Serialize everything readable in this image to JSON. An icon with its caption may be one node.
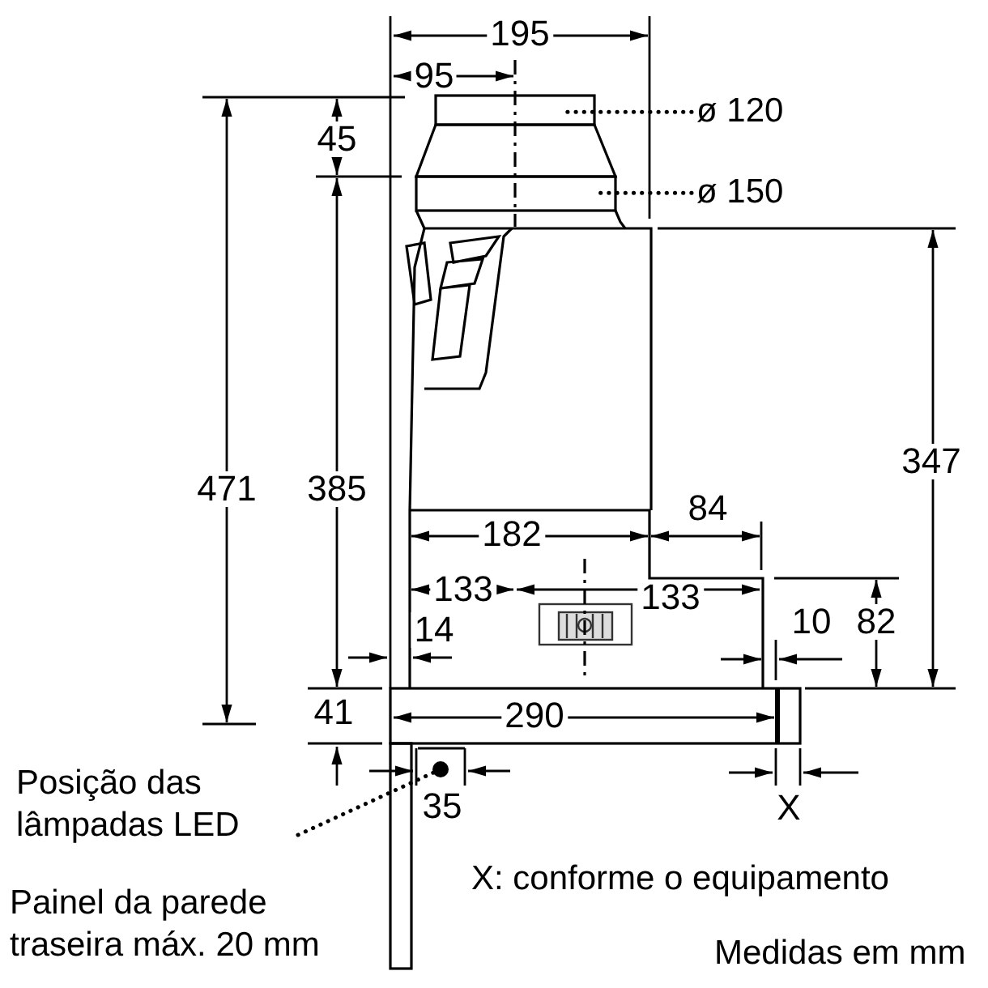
{
  "diagram": {
    "nodes": [
      {
        "text": [
          "ø 120"
        ]
      },
      {
        "text": [
          "ø 150"
        ]
      },
      {
        "text": [
          "Posição das lâmpadas LED"
        ]
      },
      {
        "text": [],
        "shape": "circle"
      }
    ],
    "edges": [
      {
        "from": 0,
        "to": null,
        "arrow": "none"
      },
      {
        "from": 1,
        "to": null,
        "arrow": "none"
      },
      {
        "from": 2,
        "to": 3,
        "arrow": "none"
      }
    ],
    "labels": [
      "195",
      "95",
      "45",
      "471",
      "385",
      "347",
      "182",
      "84",
      "133",
      "133",
      "14",
      "10",
      "82",
      "41",
      "290",
      "35",
      "X",
      "X: conforme o equipamento",
      "Painel da parede traseira máx. 20 mm",
      "Medidas em mm"
    ]
  }
}
